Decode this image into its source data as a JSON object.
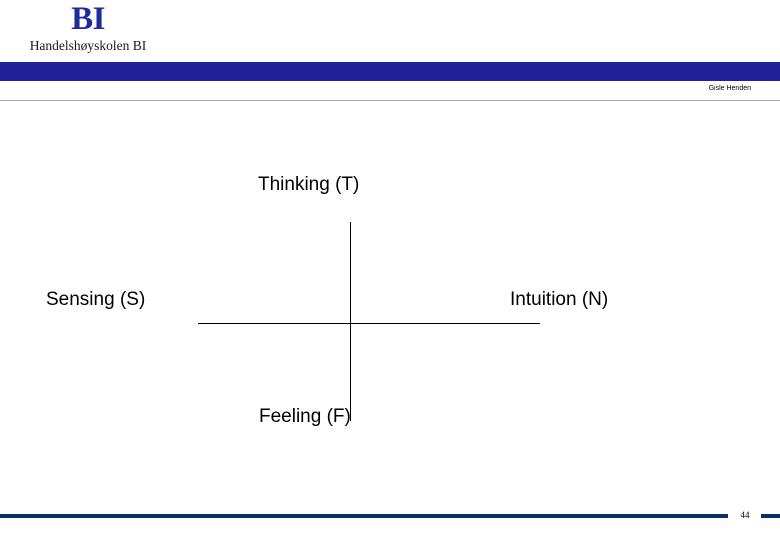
{
  "header": {
    "logo": {
      "mark": "BI",
      "wordmark": "Handelshøyskolen BI",
      "color": "#1f2a9b"
    },
    "bar_color": "#20209b",
    "author": "Gisle Henden",
    "rule_color": "#a8a8a8"
  },
  "diagram": {
    "name": "mbti-functions-cross",
    "line_color": "#000000",
    "labels": {
      "top": "Thinking (T)",
      "left": "Sensing (S)",
      "right": "Intuition (N)",
      "bottom": "Feeling (F)"
    }
  },
  "footer": {
    "rule_color": "#0b3163",
    "page_number": "44"
  }
}
